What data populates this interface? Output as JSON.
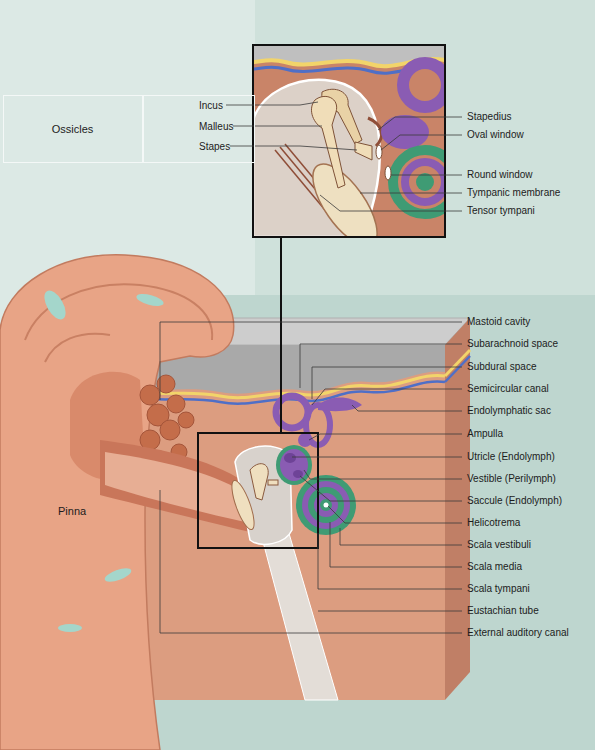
{
  "diagram": {
    "nodes": [
      {
        "text": [
          "Ossicles"
        ]
      },
      {
        "text": [
          "Incus",
          "Malleus",
          "Stapes"
        ]
      }
    ],
    "labels": [
      "Stapedius",
      "Oval window",
      "Round window",
      "Tympanic membrane",
      "Tensor tympani",
      "Mastoid cavity",
      "Subarachnoid space",
      "Subdural space",
      "Semicircular canal",
      "Endolymphatic sac",
      "Ampulla",
      "Utricle (Endolymph)",
      "Vestible (Perilymph)",
      "Saccule (Endolymph)",
      "Helicotrema",
      "Scala vestibuli",
      "Scala media",
      "Scala tympani",
      "Eustachian tube",
      "External auditory canal",
      "Pinna"
    ]
  }
}
